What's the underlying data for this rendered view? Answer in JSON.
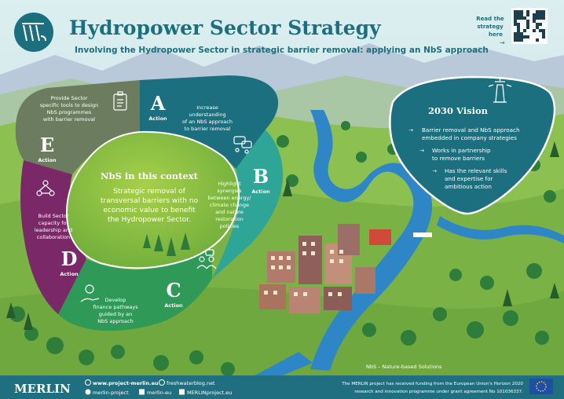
{
  "header": {
    "title": "Hydropower Sector Strategy",
    "subtitle": "Involving the Hydropower Sector in strategic barrier removal: applying an NbS approach",
    "read_strategy": [
      "Read the",
      "strategy",
      "here"
    ],
    "read_arrow": "→"
  },
  "center": {
    "heading": "NbS in this context",
    "text": [
      "Strategic removal of",
      "transversal barriers with no",
      "economic value to benefit",
      "the Hydropower Sector."
    ]
  },
  "actions": [
    {
      "letter": "A",
      "label": "Action",
      "text": [
        "Increase",
        "understanding",
        "of an NbS approach",
        "to barrier removal"
      ],
      "icon": "speech-bubbles-icon"
    },
    {
      "letter": "B",
      "label": "Action",
      "text": [
        "Highlight",
        "synergies",
        "between energy/",
        "climate change",
        "and nature",
        "restoration",
        "policies"
      ],
      "icon": "people-meeting-icon"
    },
    {
      "letter": "C",
      "label": "Action",
      "text": [
        "Develop",
        "finance pathways",
        "guided by an",
        "NbS approach"
      ],
      "icon": "money-hand-icon"
    },
    {
      "letter": "D",
      "label": "Action",
      "text": [
        "Build Sector",
        "capacity for",
        "leadership and",
        "collaboration"
      ],
      "icon": "team-network-icon"
    },
    {
      "letter": "E",
      "label": "Action",
      "text": [
        "Provide Sector",
        "specific tools to design",
        "NbS programmes",
        "with barrier removal"
      ],
      "icon": "clipboard-icon"
    }
  ],
  "vision": {
    "title": "2030 Vision",
    "items": [
      {
        "arrow": "→",
        "lines": [
          "Barrier removal and NbS approach",
          "embedded in company strategies"
        ]
      },
      {
        "arrow": "→",
        "lines": [
          "Works in partnership",
          "to remove barriers"
        ]
      },
      {
        "arrow": "→",
        "lines": [
          "Has the relevant skills",
          "and expertise for",
          "ambitious action"
        ]
      }
    ]
  },
  "map_note": "NbS – Nature-based Solutions",
  "footer": {
    "logo": "MERLIN",
    "links": [
      {
        "text": "www.project-merlin.eu",
        "icon": "globe-icon"
      },
      {
        "text": "freshwaterblog.net",
        "icon": "blog-icon"
      },
      {
        "text": "merlin-project",
        "icon": "twitter-icon"
      },
      {
        "text": "merlin-eu",
        "icon": "linkedin-icon"
      },
      {
        "text": "MERLINproject.eu",
        "icon": "facebook-icon"
      }
    ],
    "funding": [
      "The MERLIN project has received funding from the European Union's Horizon 2020",
      "research and innovation programme under grant agreement No 101036337."
    ]
  },
  "colors": {
    "teal": "#1b6f7f",
    "light_green": "#8dbf3f",
    "grey_green": "#6b7d5e",
    "purple": "#7b2869",
    "green": "#2f9a57",
    "teal_green": "#2ea596",
    "footer": "#1f6f80"
  }
}
